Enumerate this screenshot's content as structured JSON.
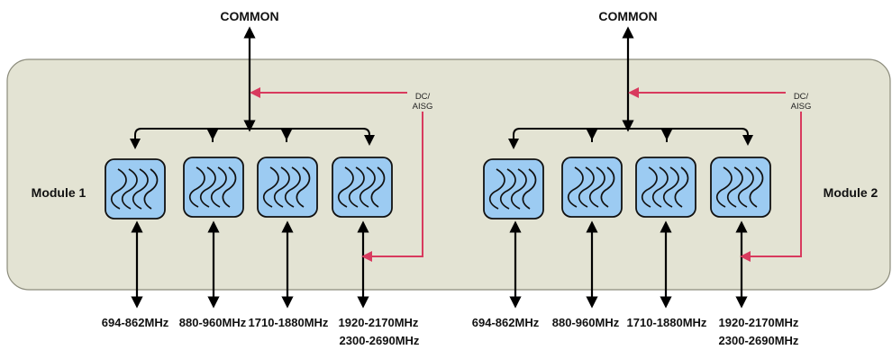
{
  "modules": [
    {
      "name": "Module 1",
      "common_label": "COMMON",
      "dc_label_line1": "DC/",
      "dc_label_line2": "AISG",
      "bands": [
        {
          "line1": "694-862MHz",
          "line2": ""
        },
        {
          "line1": "880-960MHz",
          "line2": ""
        },
        {
          "line1": "1710-1880MHz",
          "line2": ""
        },
        {
          "line1": "1920-2170MHz",
          "line2": "2300-2690MHz"
        }
      ]
    },
    {
      "name": "Module 2",
      "common_label": "COMMON",
      "dc_label_line1": "DC/",
      "dc_label_line2": "AISG",
      "bands": [
        {
          "line1": "694-862MHz",
          "line2": ""
        },
        {
          "line1": "880-960MHz",
          "line2": ""
        },
        {
          "line1": "1710-1880MHz",
          "line2": ""
        },
        {
          "line1": "1920-2170MHz",
          "line2": "2300-2690MHz"
        }
      ]
    }
  ],
  "colors": {
    "panel_fill": "#e3e3d3",
    "panel_stroke": "#8c8c7c",
    "filter_fill": "#9ccbf2",
    "filter_stroke": "#111111",
    "line": "#000000",
    "dc_line": "#d83a5e"
  }
}
